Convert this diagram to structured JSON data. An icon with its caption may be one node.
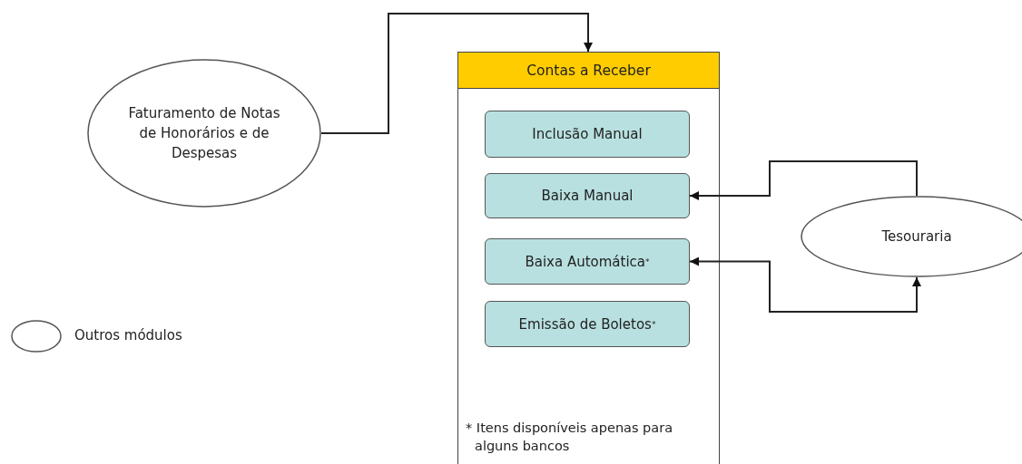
{
  "diagram": {
    "nodes": [
      {
        "text": [
          "Faturamento de Notas de Honorários e de Despesas"
        ]
      },
      {
        "text": [
          "Contas a Receber",
          "* Itens disponíveis apenas para alguns bancos"
        ]
      },
      {
        "text": [
          "Inclusão Manual"
        ],
        "in": 1
      },
      {
        "text": [
          "Baixa Manual"
        ],
        "in": 1
      },
      {
        "text": [
          "Baixa Automática$^{*}$"
        ],
        "in": 1
      },
      {
        "text": [
          "Emissão de Boletos$^{*}$"
        ],
        "in": 1
      },
      {
        "text": [
          "Tesouraria"
        ]
      }
    ],
    "edges": [
      {
        "from": 0,
        "to": 1,
        "arrow": "to"
      },
      {
        "from": 6,
        "to": 3,
        "arrow": "to"
      },
      {
        "from": 4,
        "to": 6,
        "arrow": "both"
      }
    ],
    "legend": [
      {
        "text": "Outros módulos"
      }
    ]
  }
}
